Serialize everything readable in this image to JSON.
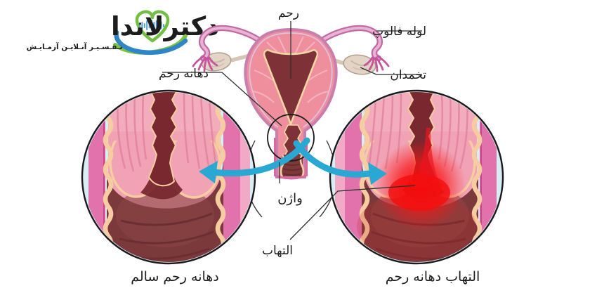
{
  "logo": {
    "brand": "دکترلاندا",
    "tagline": "تـفـسـیـر آنـلایـن آزمـایـش"
  },
  "labels": {
    "uterus": "رحم",
    "fallopian_tube": "لوله فالوپ",
    "ovary": "تخمدان",
    "cervix": "دهانه رحم",
    "vagina": "واژن",
    "inflammation": "التهاب"
  },
  "captions": {
    "healthy": "دهانه رحم سالم",
    "inflamed": "التهاب دهانه رحم"
  },
  "colors": {
    "brand_blue": "#3D8ECF",
    "brand_teal": "#2BAEA4",
    "heart_green": "#72BF44",
    "wave_blue": "#4D9FD6",
    "arrow_blue": "#29A8D4",
    "tissue_pink": "#F1A2B4",
    "magenta_stripe": "#E172AC",
    "cream": "#F6CDA0",
    "dark_maroon": "#7C393C",
    "inflamed_red": "#F40E0E",
    "circle_background": "#D9EDF5"
  }
}
